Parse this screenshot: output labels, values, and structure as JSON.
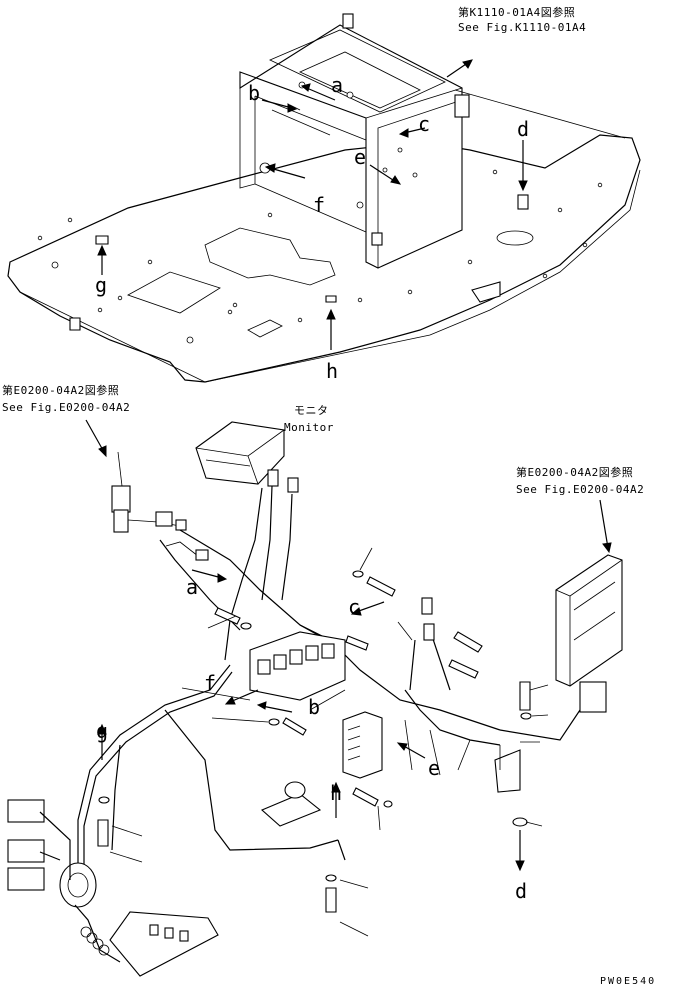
{
  "refs": {
    "top_right_jp": "第K1110-01A4図参照",
    "top_right_en": "See Fig.K1110-01A4",
    "left_jp": "第E0200-04A2図参照",
    "left_en": "See Fig.E0200-04A2",
    "right_jp": "第E0200-04A2図参照",
    "right_en": "See Fig.E0200-04A2"
  },
  "monitor": {
    "jp": "モニタ",
    "en": "Monitor"
  },
  "callouts_upper": {
    "a": "a",
    "b": "b",
    "c": "c",
    "d": "d",
    "e": "e",
    "f": "f",
    "g": "g",
    "h": "h"
  },
  "callouts_lower": {
    "a": "a",
    "b": "b",
    "c": "c",
    "d": "d",
    "e": "e",
    "f": "f",
    "g": "g",
    "h": "h"
  },
  "drawing_code": "PW0E540"
}
